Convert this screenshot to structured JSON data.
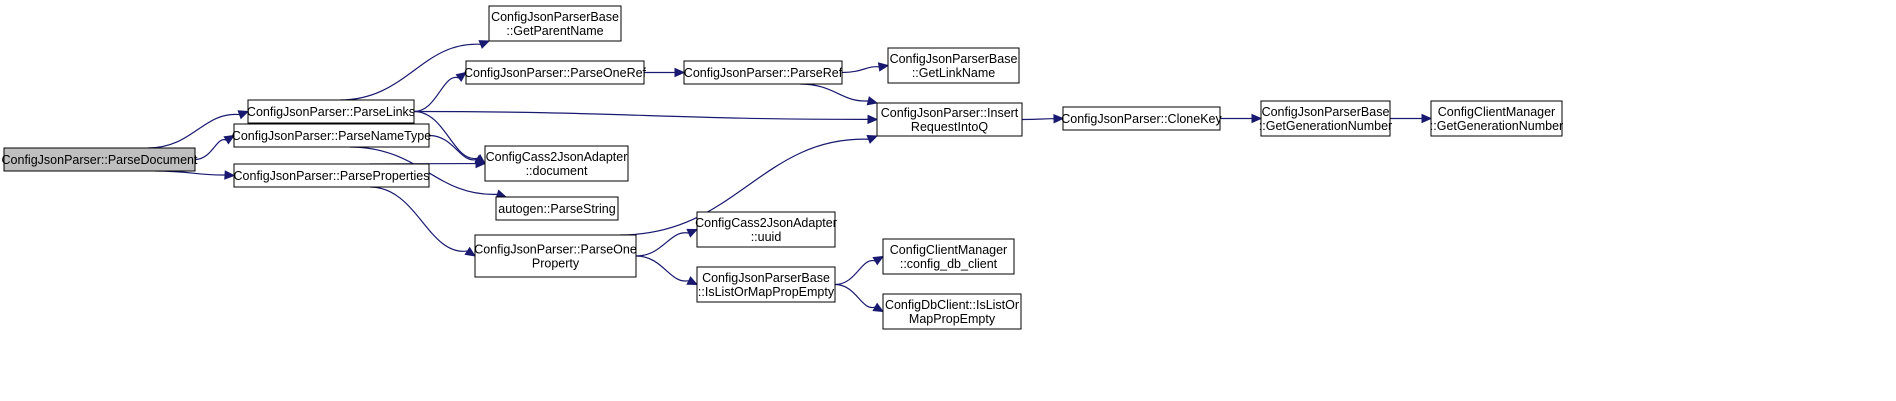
{
  "diagram": {
    "type": "call-graph",
    "colors": {
      "edge": "#191970",
      "node_border": "#000000",
      "root_fill": "#bfbfbf",
      "node_fill": "#ffffff"
    },
    "nodes": [
      {
        "id": "parse_document",
        "lines": [
          "ConfigJsonParser::ParseDocument"
        ],
        "root": true
      },
      {
        "id": "parse_links",
        "lines": [
          "ConfigJsonParser::ParseLinks"
        ]
      },
      {
        "id": "parse_name_type",
        "lines": [
          "ConfigJsonParser::ParseNameType"
        ]
      },
      {
        "id": "parse_properties",
        "lines": [
          "ConfigJsonParser::ParseProperties"
        ]
      },
      {
        "id": "get_parent_name",
        "lines": [
          "ConfigJsonParserBase",
          "::GetParentName"
        ]
      },
      {
        "id": "parse_one_ref",
        "lines": [
          "ConfigJsonParser::ParseOneRef"
        ]
      },
      {
        "id": "cass_document",
        "lines": [
          "ConfigCass2JsonAdapter",
          "::document"
        ]
      },
      {
        "id": "autogen_parse_string",
        "lines": [
          "autogen::ParseString"
        ]
      },
      {
        "id": "parse_one_property",
        "lines": [
          "ConfigJsonParser::ParseOne",
          "Property"
        ]
      },
      {
        "id": "parse_ref",
        "lines": [
          "ConfigJsonParser::ParseRef"
        ]
      },
      {
        "id": "cass_uuid",
        "lines": [
          "ConfigCass2JsonAdapter",
          "::uuid"
        ]
      },
      {
        "id": "is_list_or_map_empty_base",
        "lines": [
          "ConfigJsonParserBase",
          "::IsListOrMapPropEmpty"
        ]
      },
      {
        "id": "get_link_name",
        "lines": [
          "ConfigJsonParserBase",
          "::GetLinkName"
        ]
      },
      {
        "id": "insert_request",
        "lines": [
          "ConfigJsonParser::Insert",
          "RequestIntoQ"
        ]
      },
      {
        "id": "config_db_client",
        "lines": [
          "ConfigClientManager",
          "::config_db_client"
        ]
      },
      {
        "id": "db_is_list_or_map_empty",
        "lines": [
          "ConfigDbClient::IsListOr",
          "MapPropEmpty"
        ]
      },
      {
        "id": "clone_key",
        "lines": [
          "ConfigJsonParser::CloneKey"
        ]
      },
      {
        "id": "base_get_generation",
        "lines": [
          "ConfigJsonParserBase",
          "::GetGenerationNumber"
        ]
      },
      {
        "id": "mgr_get_generation",
        "lines": [
          "ConfigClientManager",
          "::GetGenerationNumber"
        ]
      }
    ],
    "edges": [
      {
        "from": "parse_document",
        "to": "parse_links"
      },
      {
        "from": "parse_document",
        "to": "parse_name_type"
      },
      {
        "from": "parse_document",
        "to": "parse_properties"
      },
      {
        "from": "parse_links",
        "to": "get_parent_name"
      },
      {
        "from": "parse_links",
        "to": "parse_one_ref"
      },
      {
        "from": "parse_links",
        "to": "insert_request"
      },
      {
        "from": "parse_links",
        "to": "cass_document"
      },
      {
        "from": "parse_name_type",
        "to": "cass_document"
      },
      {
        "from": "parse_name_type",
        "to": "autogen_parse_string"
      },
      {
        "from": "parse_properties",
        "to": "cass_document"
      },
      {
        "from": "parse_properties",
        "to": "parse_one_property"
      },
      {
        "from": "parse_one_ref",
        "to": "parse_ref"
      },
      {
        "from": "parse_ref",
        "to": "get_link_name"
      },
      {
        "from": "parse_ref",
        "to": "insert_request"
      },
      {
        "from": "parse_one_property",
        "to": "insert_request"
      },
      {
        "from": "parse_one_property",
        "to": "cass_uuid"
      },
      {
        "from": "parse_one_property",
        "to": "is_list_or_map_empty_base"
      },
      {
        "from": "is_list_or_map_empty_base",
        "to": "config_db_client"
      },
      {
        "from": "is_list_or_map_empty_base",
        "to": "db_is_list_or_map_empty"
      },
      {
        "from": "insert_request",
        "to": "clone_key"
      },
      {
        "from": "clone_key",
        "to": "base_get_generation"
      },
      {
        "from": "base_get_generation",
        "to": "mgr_get_generation"
      }
    ]
  }
}
